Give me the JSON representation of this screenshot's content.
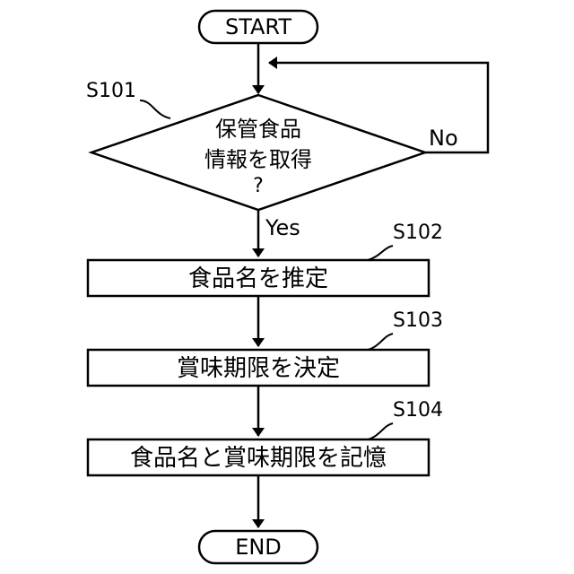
{
  "start_label": "START",
  "end_label": "END",
  "decision": {
    "step_id": "S101",
    "lines": [
      "保管食品",
      "情報を取得",
      "?"
    ],
    "yes_label": "Yes",
    "no_label": "No"
  },
  "steps": [
    {
      "step_id": "S102",
      "text": "食品名を推定"
    },
    {
      "step_id": "S103",
      "text": "賞味期限を決定"
    },
    {
      "step_id": "S104",
      "text": "食品名と賞味期限を記憶"
    }
  ]
}
